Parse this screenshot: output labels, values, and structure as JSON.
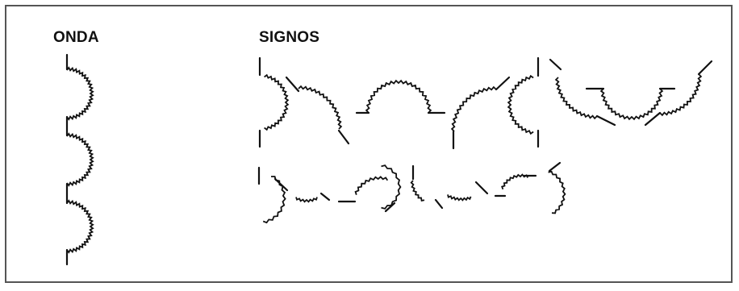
{
  "headings": {
    "onda": "ONDA",
    "signos": "SIGNOS"
  },
  "graphics": {
    "wave": {
      "icon": "scalloped-wave-symbol",
      "arcs": 3
    },
    "signs": {
      "icon": "scalloped-sign-symbols",
      "rows": 2
    }
  },
  "colors": {
    "ink": "#111111",
    "border": "#555555",
    "background": "#ffffff"
  }
}
